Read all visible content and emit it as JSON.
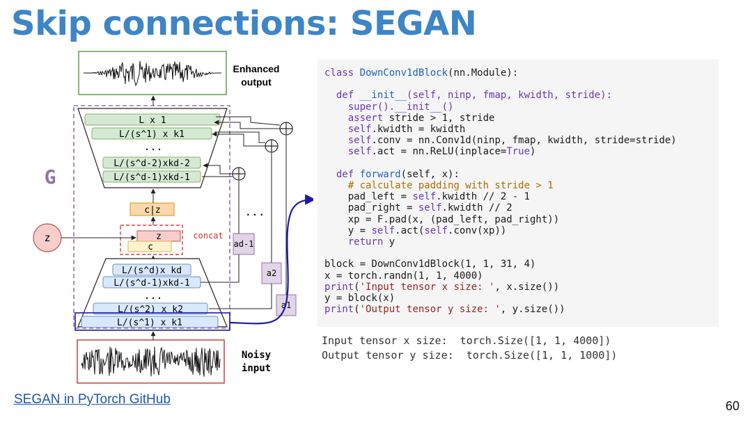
{
  "slide": {
    "title": "Skip connections: SEGAN",
    "link_label": "SEGAN in PyTorch GitHub",
    "page_number": "60"
  },
  "diagram": {
    "enhanced_output_label": [
      "Enhanced",
      "output"
    ],
    "noisy_input_label": [
      "Noisy",
      "input"
    ],
    "generator_label": "G",
    "z_label": "z",
    "concat_label": "concat",
    "decoder_layers": [
      "L x 1",
      "L/(s^1) x k1",
      "...",
      "L/(s^d-2)xkd-2",
      "L/(s^d-1)xkd-1"
    ],
    "latent_box": "c|z",
    "concat_boxes": [
      "z",
      "c"
    ],
    "encoder_layers": [
      "L/(s^d)x kd",
      "L/(s^d-1)xkd-1",
      "...",
      "L/(s^2) x k2",
      "L/(s^1) x k1"
    ],
    "skip_labels": [
      "ad-1",
      "a2",
      "a1"
    ],
    "skip_ellipsis": "...",
    "colors": {
      "decoder_fill": "#d5e8d4",
      "decoder_stroke": "#82b366",
      "encoder_fill": "#dae8fc",
      "encoder_stroke": "#6c8ebf",
      "latent_fill": "#fad7ac",
      "z_circle": "#f8cecc",
      "skip_box": "#e1d5e7",
      "dashed_frame": "#9673a6",
      "highlight": "#1a1aa6"
    }
  },
  "code": {
    "lines": [
      [
        {
          "t": "class ",
          "c": "kw"
        },
        {
          "t": "DownConv1dBlock",
          "c": "fn"
        },
        {
          "t": "(nn.Module):"
        }
      ],
      [],
      [
        {
          "t": "  def ",
          "c": "kw"
        },
        {
          "t": "__init__",
          "c": "fn"
        },
        {
          "t": "(self, ninp, fmap, kwidth, stride):",
          "c": "kw"
        }
      ],
      [
        {
          "t": "    "
        },
        {
          "t": "super",
          "c": "kw"
        },
        {
          "t": "().__init__()",
          "c": "kw"
        }
      ],
      [
        {
          "t": "    "
        },
        {
          "t": "assert",
          "c": "kw"
        },
        {
          "t": " stride > 1, stride"
        }
      ],
      [
        {
          "t": "    "
        },
        {
          "t": "self",
          "c": "kw"
        },
        {
          "t": ".kwidth = kwidth"
        }
      ],
      [
        {
          "t": "    "
        },
        {
          "t": "self",
          "c": "kw"
        },
        {
          "t": ".conv = nn.Conv1d(ninp, fmap, kwidth, stride=stride)"
        }
      ],
      [
        {
          "t": "    "
        },
        {
          "t": "self",
          "c": "kw"
        },
        {
          "t": ".act = nn.ReLU(inplace="
        },
        {
          "t": "True",
          "c": "kw"
        },
        {
          "t": ")"
        }
      ],
      [],
      [
        {
          "t": "  def ",
          "c": "kw"
        },
        {
          "t": "forward",
          "c": "fn"
        },
        {
          "t": "(self, x):"
        }
      ],
      [
        {
          "t": "    "
        },
        {
          "t": "# calculate padding with stride > 1",
          "c": "cm"
        }
      ],
      [
        {
          "t": "    pad_left = "
        },
        {
          "t": "self",
          "c": "kw"
        },
        {
          "t": ".kwidth // 2 - 1"
        }
      ],
      [
        {
          "t": "    pad_right = "
        },
        {
          "t": "self",
          "c": "kw"
        },
        {
          "t": ".kwidth // 2"
        }
      ],
      [
        {
          "t": "    xp = F.pad(x, (pad_left, pad_right))"
        }
      ],
      [
        {
          "t": "    y = "
        },
        {
          "t": "self",
          "c": "kw"
        },
        {
          "t": ".act("
        },
        {
          "t": "self",
          "c": "kw"
        },
        {
          "t": ".conv(xp))"
        }
      ],
      [
        {
          "t": "    "
        },
        {
          "t": "return",
          "c": "kw"
        },
        {
          "t": " y"
        }
      ],
      [],
      [
        {
          "t": "block = DownConv1dBlock(1, 1, 31, 4)"
        }
      ],
      [
        {
          "t": "x = torch.randn(1, 1, 4000)"
        }
      ],
      [
        {
          "t": "print",
          "c": "kw"
        },
        {
          "t": "("
        },
        {
          "t": "'Input tensor x size: '",
          "c": "str"
        },
        {
          "t": ", x.size())"
        }
      ],
      [
        {
          "t": "y = block(x)"
        }
      ],
      [
        {
          "t": "print",
          "c": "kw"
        },
        {
          "t": "("
        },
        {
          "t": "'Output tensor y size: '",
          "c": "str"
        },
        {
          "t": ", y.size())"
        }
      ]
    ],
    "output": [
      "Input tensor x size:  torch.Size([1, 1, 4000])",
      "Output tensor y size:  torch.Size([1, 1, 1000])"
    ]
  }
}
